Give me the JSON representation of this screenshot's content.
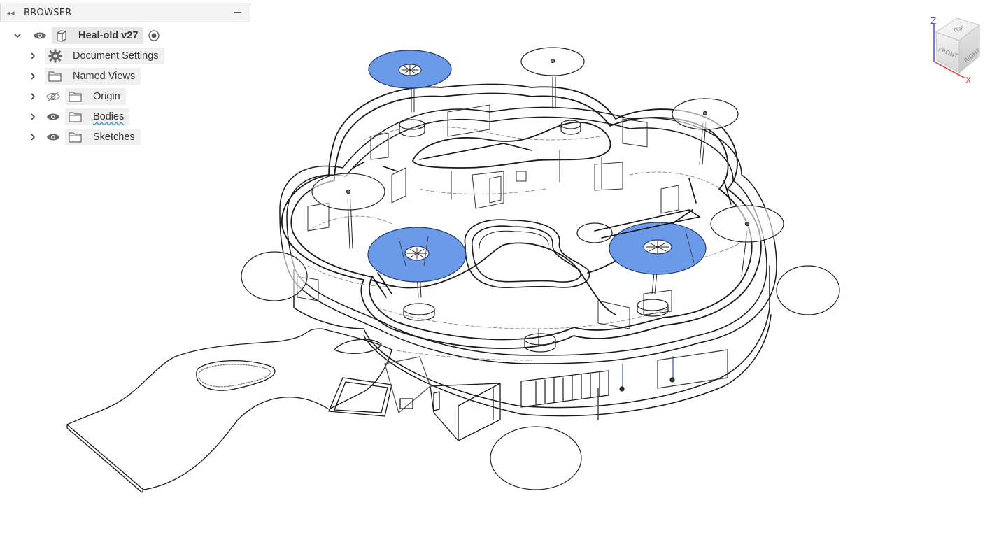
{
  "browser": {
    "title": "BROWSER",
    "root": {
      "label": "Heal-old v27"
    },
    "items": [
      {
        "label": "Document Settings",
        "icon": "gear-icon"
      },
      {
        "label": "Named Views",
        "icon": "folder-icon"
      },
      {
        "label": "Origin",
        "icon": "folder-icon",
        "visibility": "hidden"
      },
      {
        "label": "Bodies",
        "icon": "folder-icon",
        "visibility": "visible"
      },
      {
        "label": "Sketches",
        "icon": "folder-icon",
        "visibility": "visible"
      }
    ]
  },
  "viewcube": {
    "faces": {
      "top": "TOP",
      "front": "FRONT",
      "right": "RIGHT"
    },
    "axes": {
      "z": "Z",
      "x": "X"
    }
  },
  "colors": {
    "selection_blue": "#6a9ae8",
    "panel_bg": "#f4f4f4",
    "axis_z": "#4a5ad8",
    "axis_x": "#e04848"
  }
}
